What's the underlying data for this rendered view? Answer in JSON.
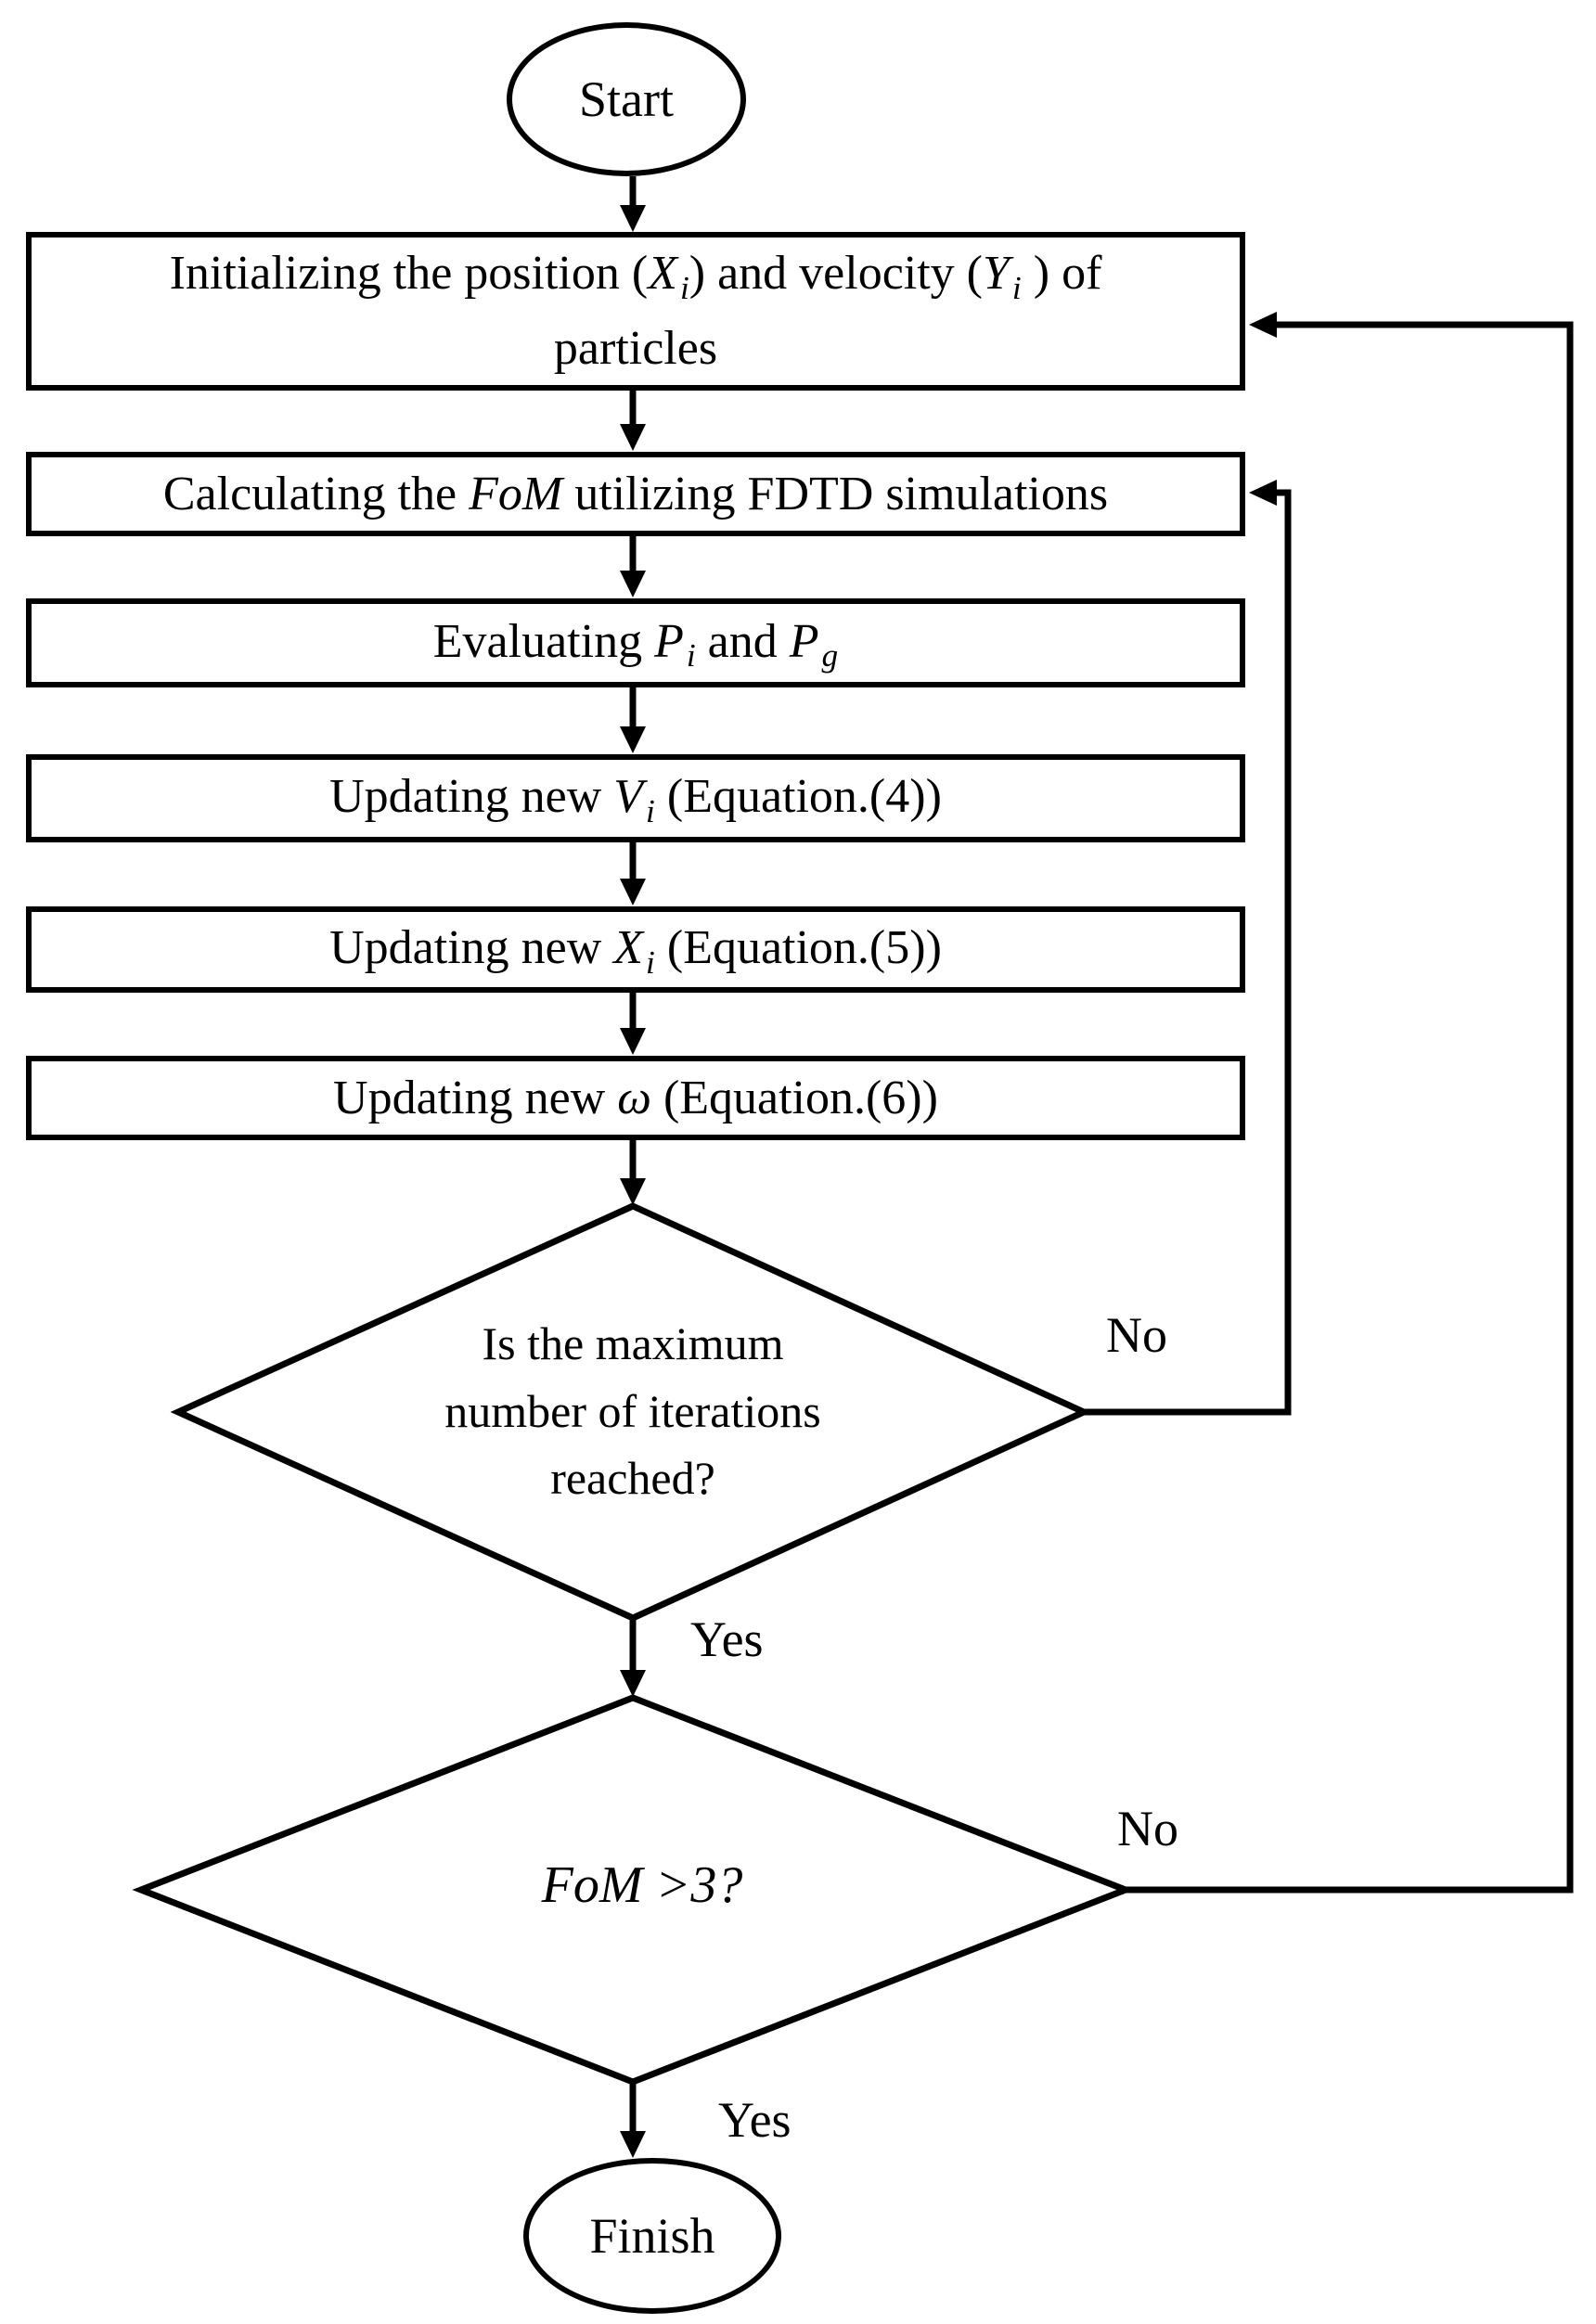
{
  "colors": {
    "stroke": "#000000",
    "background": "#ffffff"
  },
  "nodes": {
    "start": {
      "label": "Start"
    },
    "finish": {
      "label": "Finish"
    },
    "initialize": {
      "lines": [
        [
          {
            "t": "Initializing the position ("
          },
          {
            "t": "X",
            "s": "i"
          },
          {
            "t": "i",
            "s": "is"
          },
          {
            "t": ") and velocity ("
          },
          {
            "t": "Y",
            "s": "i"
          },
          {
            "t": "i",
            "s": "is"
          },
          {
            "t": " ) of"
          }
        ],
        [
          {
            "t": "particles"
          }
        ]
      ]
    },
    "calculate_fom": {
      "lines": [
        [
          {
            "t": "Calculating the "
          },
          {
            "t": "FoM",
            "s": "i"
          },
          {
            "t": " utilizing FDTD simulations"
          }
        ]
      ]
    },
    "evaluate": {
      "lines": [
        [
          {
            "t": "Evaluating "
          },
          {
            "t": "P",
            "s": "i"
          },
          {
            "t": "i",
            "s": "is"
          },
          {
            "t": " and "
          },
          {
            "t": "P",
            "s": "i"
          },
          {
            "t": "g",
            "s": "is"
          }
        ]
      ]
    },
    "update_velocity": {
      "lines": [
        [
          {
            "t": "Updating new "
          },
          {
            "t": "V",
            "s": "i"
          },
          {
            "t": "i",
            "s": "is"
          },
          {
            "t": " (Equation.(4))"
          }
        ]
      ]
    },
    "update_position": {
      "lines": [
        [
          {
            "t": "Updating new "
          },
          {
            "t": "X",
            "s": "i"
          },
          {
            "t": "i",
            "s": "is"
          },
          {
            "t": " (Equation.(5))"
          }
        ]
      ]
    },
    "update_omega": {
      "lines": [
        [
          {
            "t": "Updating new "
          },
          {
            "t": "ω",
            "s": "i"
          },
          {
            "t": " (Equation.(6))"
          }
        ]
      ]
    },
    "decision_iterations": {
      "lines": [
        [
          {
            "t": "Is the maximum"
          }
        ],
        [
          {
            "t": "number of iterations"
          }
        ],
        [
          {
            "t": "reached?"
          }
        ]
      ]
    },
    "decision_fom": {
      "lines": [
        [
          {
            "t": "FoM",
            "s": "i"
          },
          {
            "t": " >3?",
            "s": "i"
          }
        ]
      ]
    }
  },
  "edge_labels": {
    "iterations_no": "No",
    "iterations_yes": "Yes",
    "fom_no": "No",
    "fom_yes": "Yes"
  }
}
